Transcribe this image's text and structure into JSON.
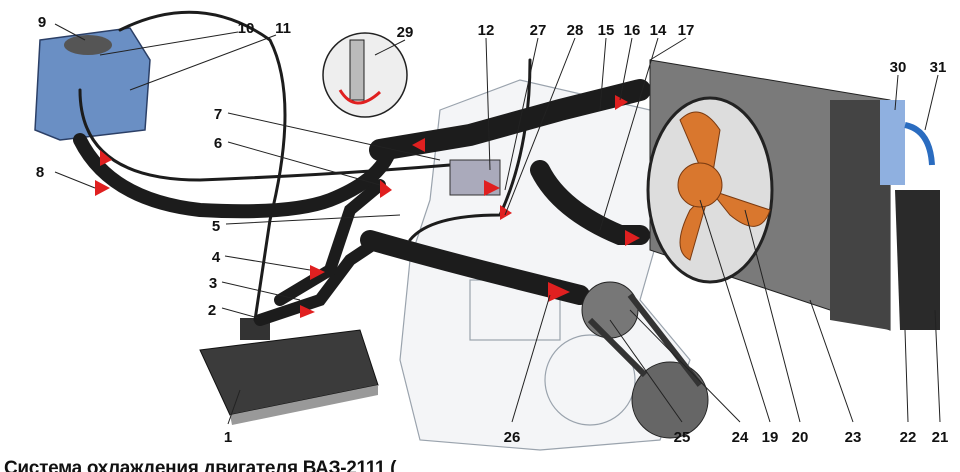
{
  "diagram": {
    "title_caption": "Система охлаждения двигателя ВАЗ-2111 (",
    "labels": {
      "n1": "1",
      "n2": "2",
      "n3": "3",
      "n4": "4",
      "n5": "5",
      "n6": "6",
      "n7": "7",
      "n8": "8",
      "n9": "9",
      "n10": "10",
      "n11": "11",
      "n12": "12",
      "n14": "14",
      "n15": "15",
      "n16": "16",
      "n17": "17",
      "n19": "19",
      "n20": "20",
      "n21": "21",
      "n22": "22",
      "n23": "23",
      "n24": "24",
      "n25": "25",
      "n26": "26",
      "n27": "27",
      "n28": "28",
      "n29": "29",
      "n30": "30",
      "n31": "31"
    },
    "colors": {
      "flow_arrow": "#e02020",
      "tank": "#6a8fc4",
      "fan": "#d9772e",
      "hose": "#1c1c1c",
      "pipe": "#9aa0a8"
    }
  }
}
